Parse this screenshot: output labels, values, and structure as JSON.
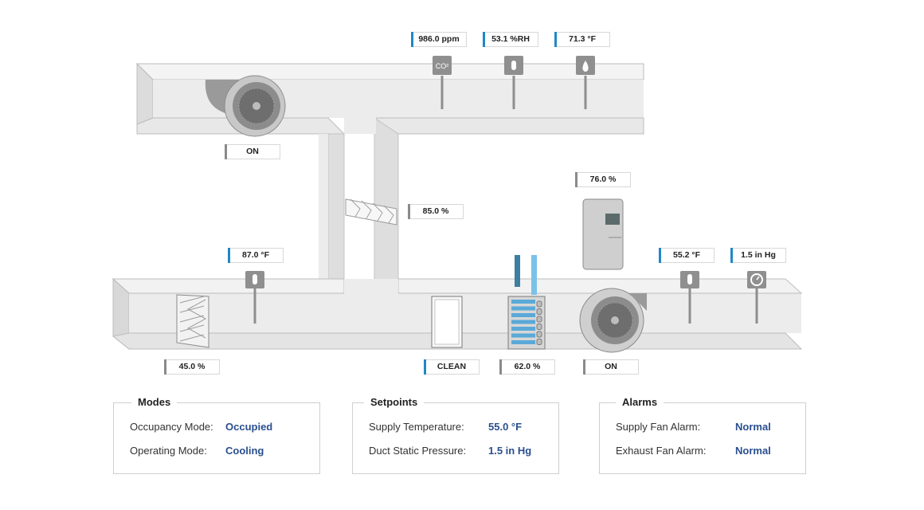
{
  "sensors": {
    "co2": "986.0 ppm",
    "return_humidity": "53.1 %RH",
    "return_temp": "71.3 °F",
    "exhaust_fan_status": "ON",
    "damper_mix": "85.0 %",
    "valve": "76.0 %",
    "outdoor_temp": "87.0 °F",
    "supply_temp": "55.2 °F",
    "static_pressure": "1.5 in Hg",
    "outdoor_damper": "45.0 %",
    "filter_status": "CLEAN",
    "coil": "62.0 %",
    "supply_fan_status": "ON"
  },
  "icons": {
    "co2": "co2-sensor-icon",
    "humidity": "humidity-sensor-icon",
    "temp": "thermometer-icon",
    "pressure": "pressure-gauge-icon"
  },
  "colors": {
    "accent": "#1e88c8",
    "value_text": "#2a4f8f",
    "duct": "#e6e6e6",
    "coil_blue": "#5aa9d8"
  },
  "panels": {
    "modes": {
      "title": "Modes",
      "rows": [
        {
          "label": "Occupancy Mode:",
          "value": "Occupied"
        },
        {
          "label": "Operating Mode:",
          "value": "Cooling"
        }
      ]
    },
    "setpoints": {
      "title": "Setpoints",
      "rows": [
        {
          "label": "Supply Temperature:",
          "value": "55.0 °F"
        },
        {
          "label": "Duct Static Pressure:",
          "value": "1.5 in Hg"
        }
      ]
    },
    "alarms": {
      "title": "Alarms",
      "rows": [
        {
          "label": "Supply Fan Alarm:",
          "value": "Normal"
        },
        {
          "label": "Exhaust Fan Alarm:",
          "value": "Normal"
        }
      ]
    }
  }
}
